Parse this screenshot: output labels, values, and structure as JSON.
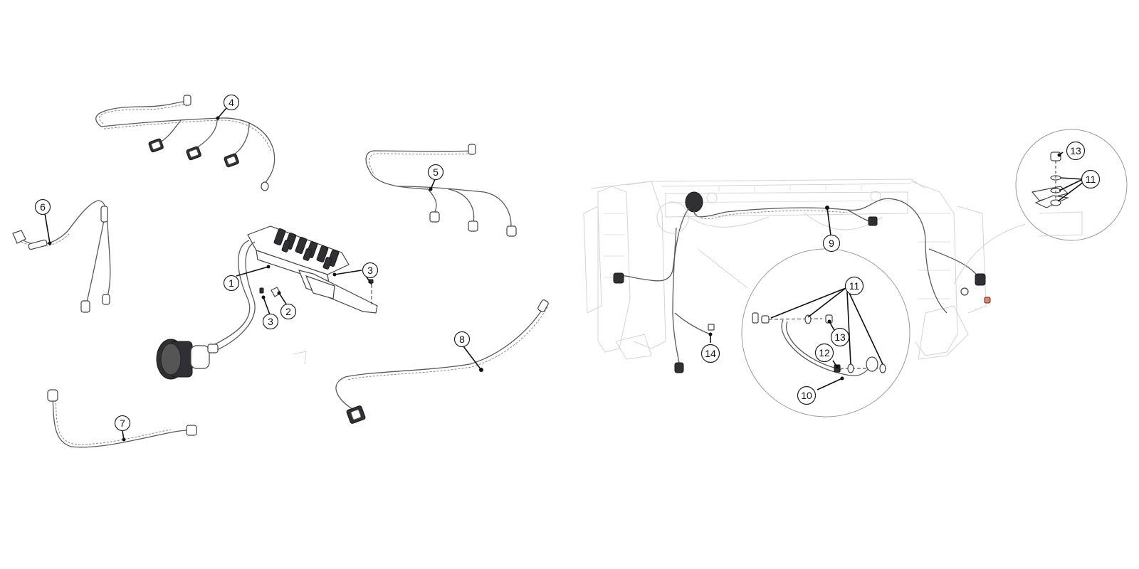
{
  "callouts": [
    {
      "id": "c1",
      "label": "1"
    },
    {
      "id": "c2",
      "label": "2"
    },
    {
      "id": "c3a",
      "label": "3"
    },
    {
      "id": "c3b",
      "label": "3"
    },
    {
      "id": "c4",
      "label": "4"
    },
    {
      "id": "c5",
      "label": "5"
    },
    {
      "id": "c6",
      "label": "6"
    },
    {
      "id": "c7",
      "label": "7"
    },
    {
      "id": "c8",
      "label": "8"
    },
    {
      "id": "c9",
      "label": "9"
    },
    {
      "id": "c10",
      "label": "10"
    },
    {
      "id": "c11a",
      "label": "11"
    },
    {
      "id": "c11b",
      "label": "11"
    },
    {
      "id": "c12",
      "label": "12"
    },
    {
      "id": "c13a",
      "label": "13"
    },
    {
      "id": "c13b",
      "label": "13"
    },
    {
      "id": "c14",
      "label": "14"
    }
  ]
}
